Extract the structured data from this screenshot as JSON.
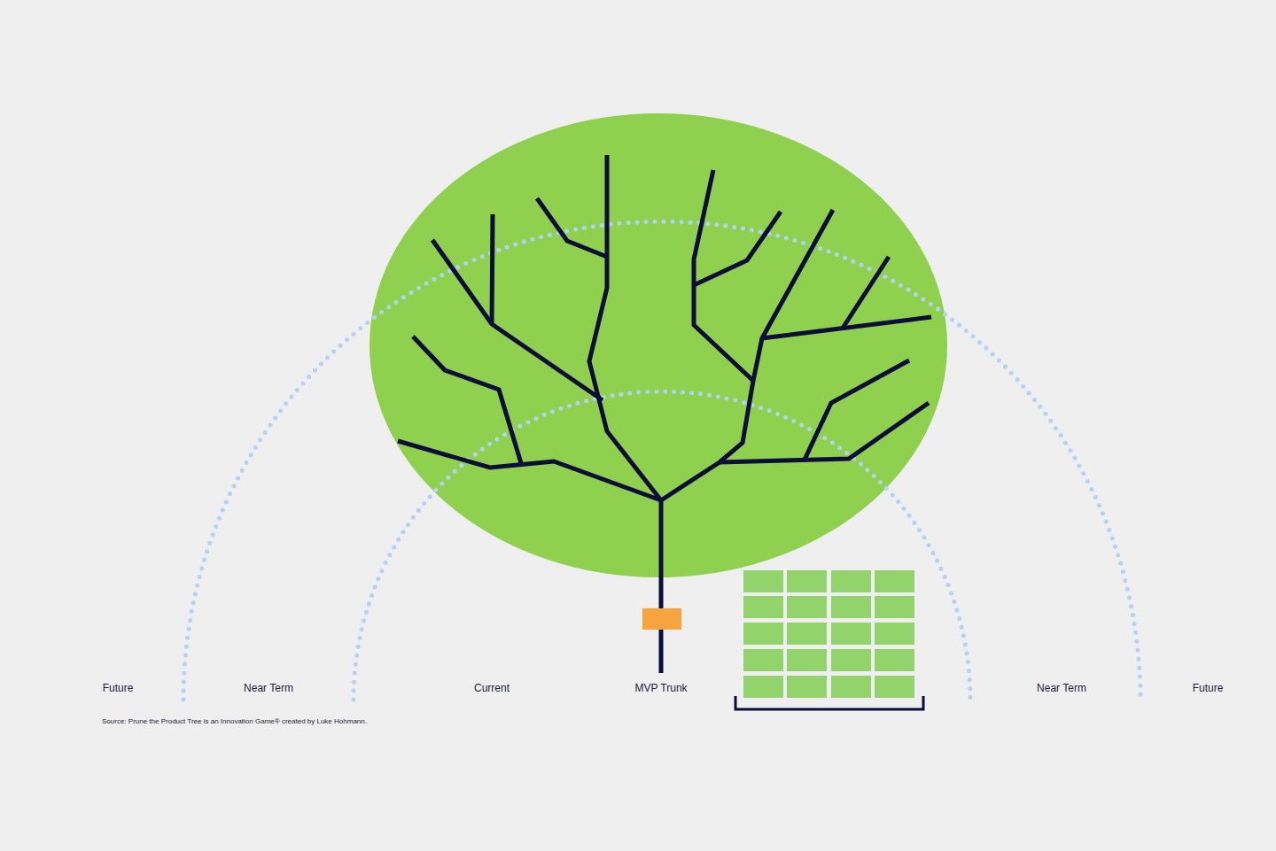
{
  "diagram": {
    "caption": "Source: Prune the Product Tree is an Innovation Game® created by Luke Hohmann.",
    "labels": [
      "Future",
      "Near Term",
      "Current",
      "MVP Trunk",
      "Near Term",
      "Future"
    ]
  }
}
